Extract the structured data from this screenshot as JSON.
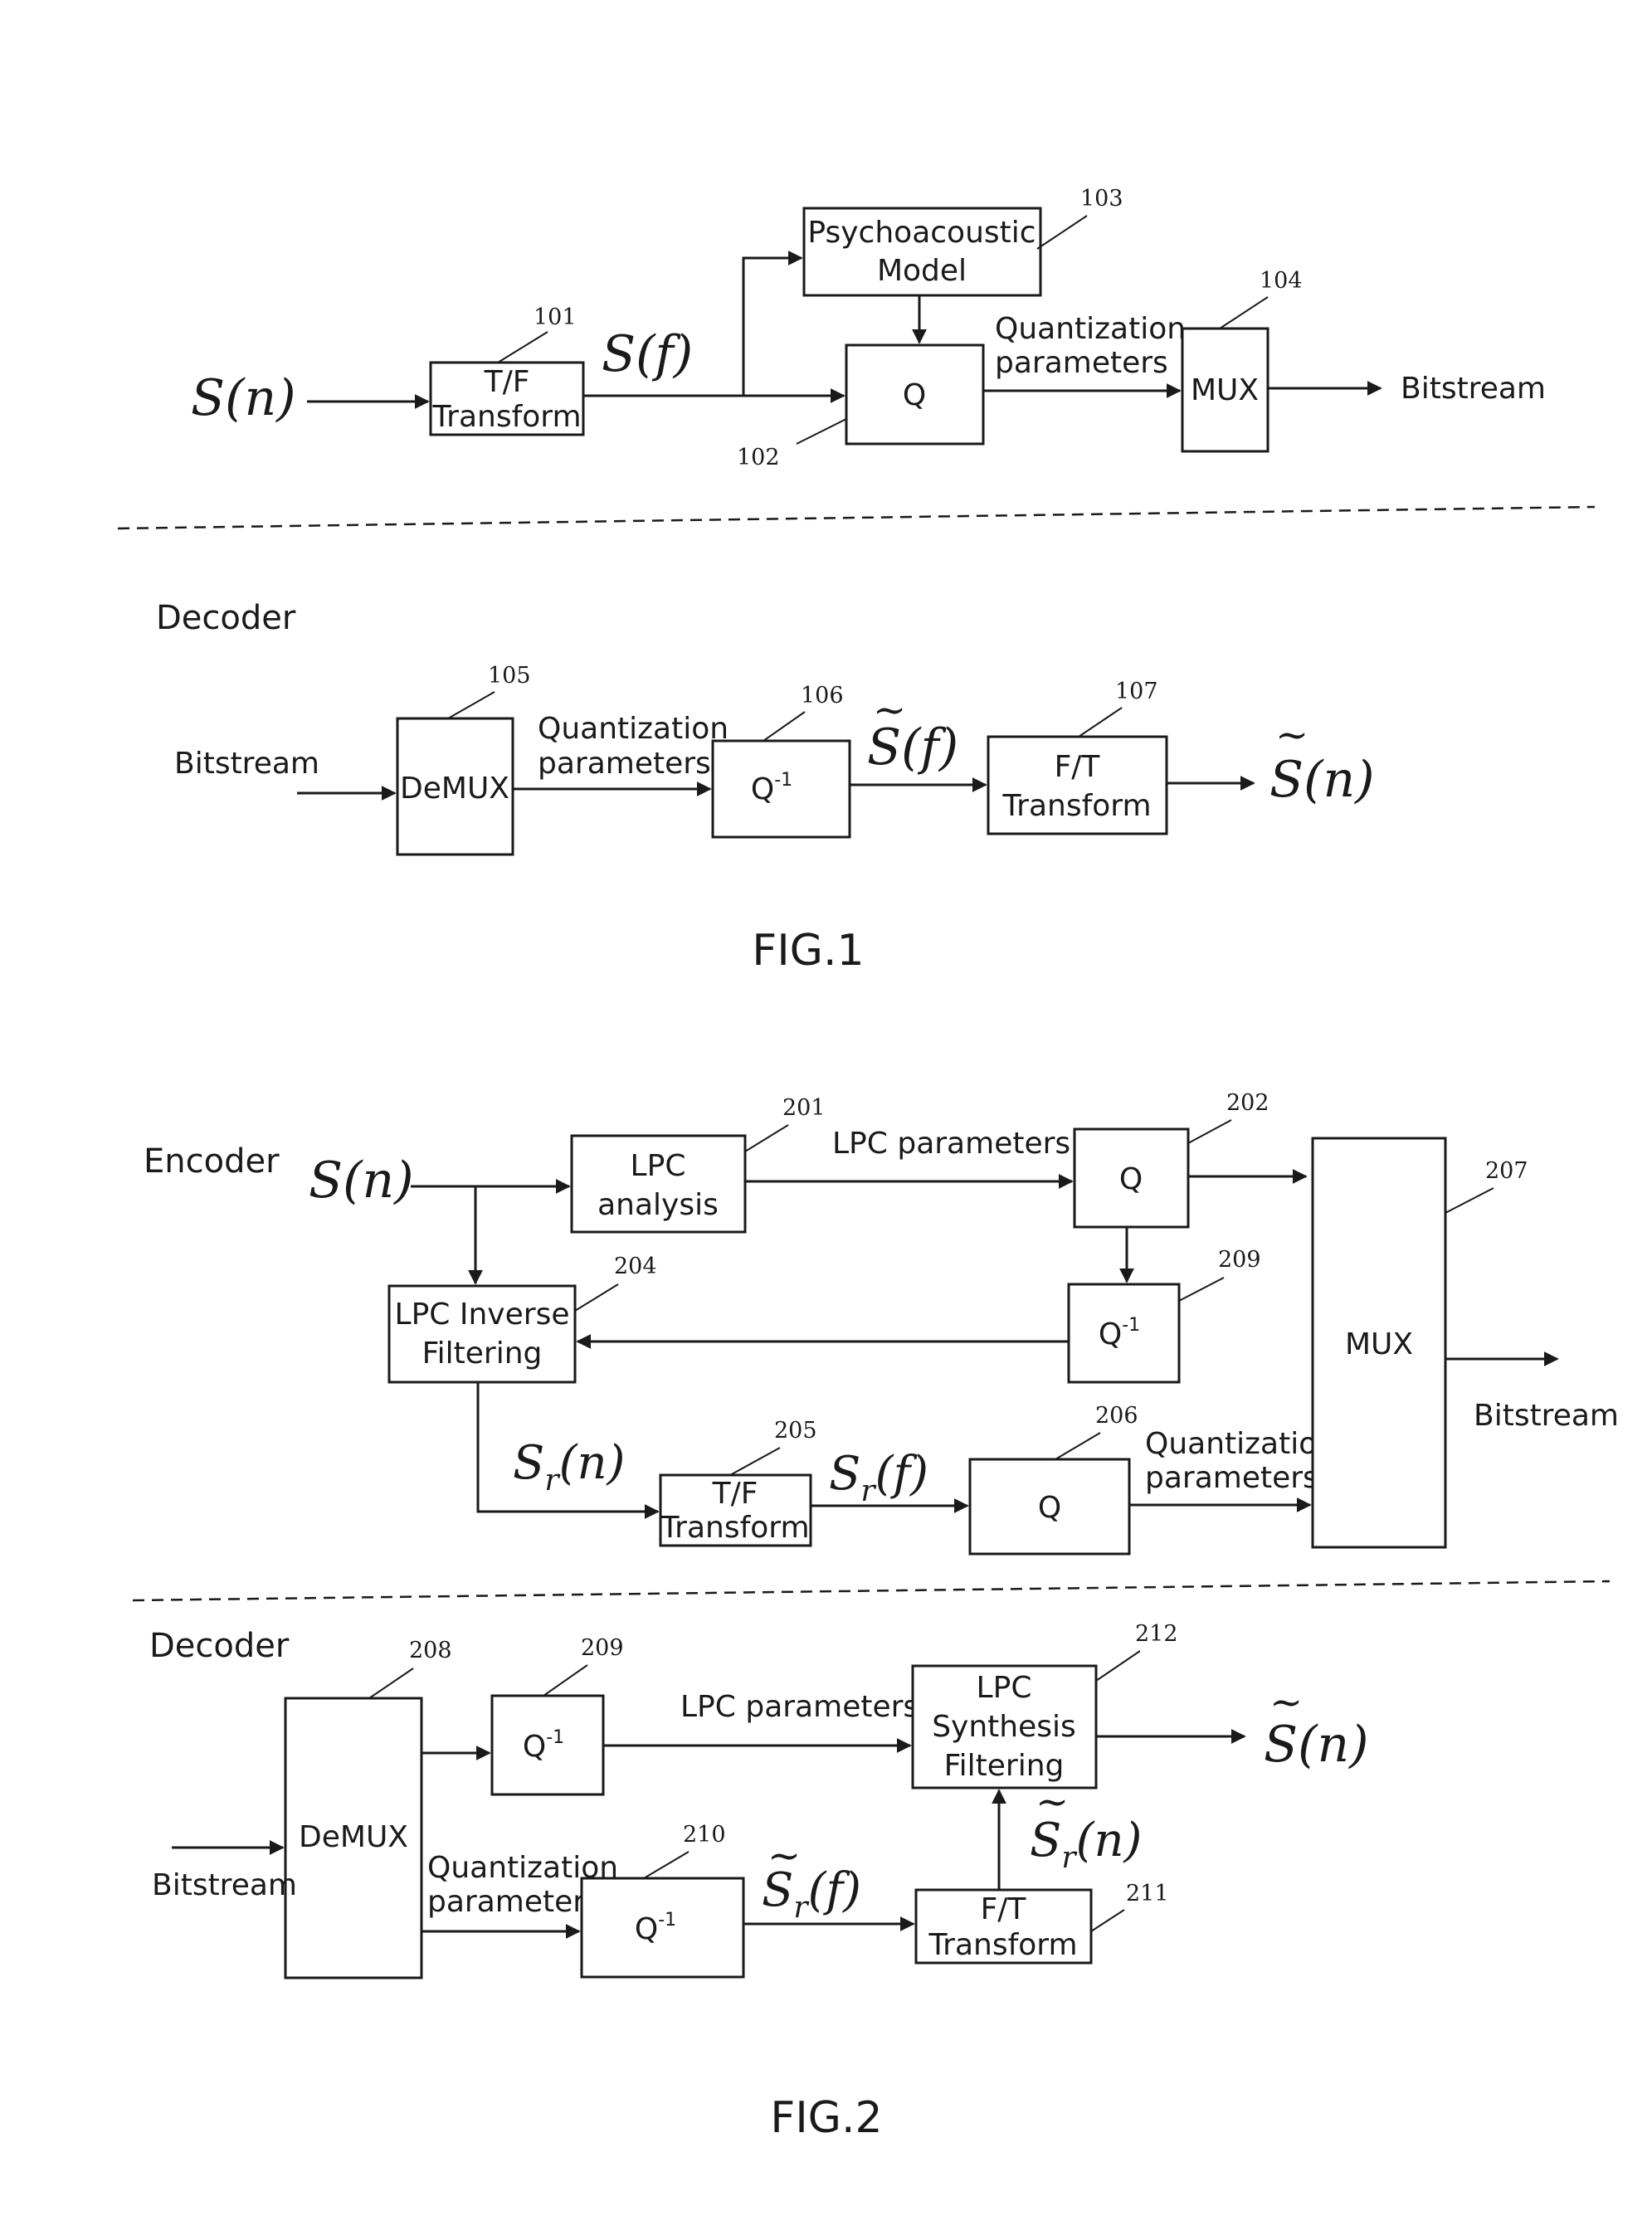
{
  "fig1": {
    "signal_in": "S(n)",
    "freq_signal": "S(f)",
    "tf_box": {
      "line1": "T/F",
      "line2": "Transform",
      "ref": "101"
    },
    "q_box": {
      "label": "Q",
      "ref": "102"
    },
    "psy_box": {
      "line1": "Psychoacoustic",
      "line2": "Model",
      "ref": "103"
    },
    "mux_box": {
      "label": "MUX",
      "ref": "104"
    },
    "quant_params": {
      "line1": "Quantization",
      "line2": "parameters"
    },
    "bitstream_out": "Bitstream",
    "decoder_title": "Decoder",
    "bitstream_in": "Bitstream",
    "demux_box": {
      "label": "DeMUX",
      "ref": "105"
    },
    "dec_quant_params": {
      "line1": "Quantization",
      "line2": "parameters"
    },
    "qinv_box": {
      "label": "Q",
      "sup": "-1",
      "ref": "106"
    },
    "dec_freq_signal": "S(f)",
    "ft_box": {
      "line1": "F/T",
      "line2": "Transform",
      "ref": "107"
    },
    "signal_out": "S(n)",
    "caption": "FIG.1"
  },
  "fig2": {
    "encoder_title": "Encoder",
    "signal_in": "S(n)",
    "lpc_analysis": {
      "line1": "LPC",
      "line2": "analysis",
      "ref": "201"
    },
    "lpc_params": "LPC parameters",
    "q_lpc": {
      "label": "Q",
      "ref": "202"
    },
    "qinv_lpc": {
      "label": "Q",
      "sup": "-1",
      "ref": "209"
    },
    "lpc_inverse": {
      "line1": "LPC Inverse",
      "line2": "Filtering",
      "ref": "204"
    },
    "residual_signal": {
      "base": "S",
      "sub": "r",
      "arg": "(n)"
    },
    "tf_box": {
      "line1": "T/F",
      "line2": "Transform",
      "ref": "205"
    },
    "residual_freq": {
      "base": "S",
      "sub": "r",
      "arg": "(f)"
    },
    "q_res": {
      "label": "Q",
      "ref": "206"
    },
    "quant_params": {
      "line1": "Quantization",
      "line2": "parameters"
    },
    "mux_box": {
      "label": "MUX",
      "ref": "207"
    },
    "bitstream_out": "Bitstream",
    "decoder_title": "Decoder",
    "demux_box": {
      "label": "DeMUX",
      "ref": "208"
    },
    "dec_lpc_params": "LPC parameters",
    "lpc_synth": {
      "line1": "LPC",
      "line2": "Synthesis",
      "line3": "Filtering",
      "ref": "212"
    },
    "signal_out": "S(n)",
    "bitstream_in": "Bitstream",
    "dec_quant_params": {
      "line1": "Quantization",
      "line2": "parameters"
    },
    "qinv_res": {
      "label": "Q",
      "sup": "-1",
      "ref": "210"
    },
    "dec_residual_freq": {
      "base": "S",
      "sub": "r",
      "arg": "(f)"
    },
    "ft_box": {
      "line1": "F/T",
      "line2": "Transform",
      "ref": "211"
    },
    "dec_residual_signal": {
      "base": "S",
      "sub": "r",
      "arg": "(n)"
    },
    "caption": "FIG.2"
  }
}
